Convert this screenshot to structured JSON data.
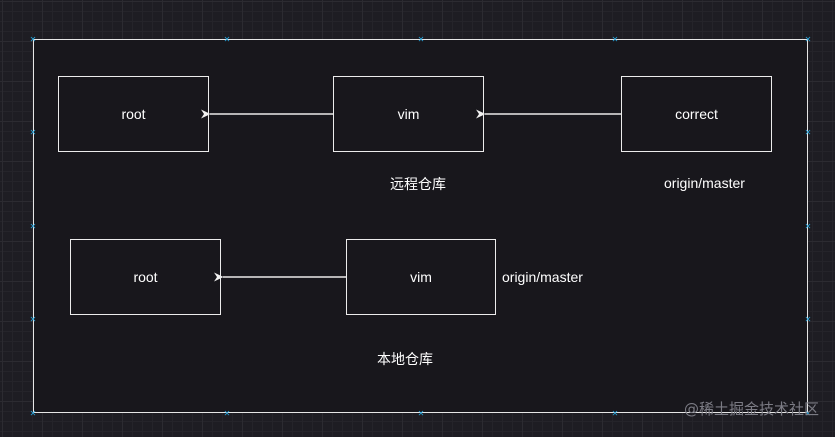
{
  "remote": {
    "root_label": "root",
    "vim_label": "vim",
    "correct_label": "correct",
    "repo_caption": "远程仓库",
    "branch_label": "origin/master"
  },
  "local": {
    "root_label": "root",
    "vim_label": "vim",
    "branch_label": "origin/master",
    "repo_caption": "本地仓库"
  },
  "watermark": "@稀土掘金技术社区",
  "colors": {
    "background": "#1e1d23",
    "stroke": "#e6e6e6",
    "handle": "#29a8e0"
  }
}
